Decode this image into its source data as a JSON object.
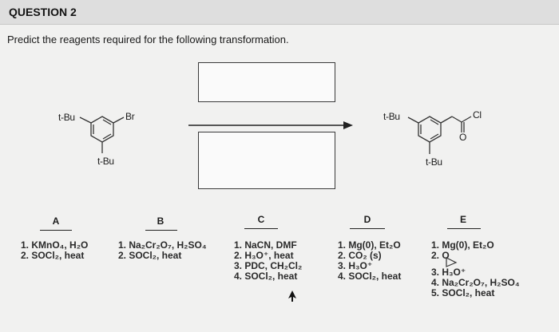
{
  "question": {
    "title": "QUESTION 2",
    "prompt": "Predict the reagents required for the following transformation."
  },
  "reaction": {
    "start": {
      "tbu_top": "t-Bu",
      "tbu_bottom": "t-Bu",
      "substituent": "Br"
    },
    "product": {
      "tbu_top": "t-Bu",
      "tbu_bottom": "t-Bu",
      "acyl_cl": "Cl",
      "carbonyl_o": "O"
    }
  },
  "options": [
    {
      "letter": "A",
      "steps": [
        "1. KMnO₄, H₂O",
        "2. SOCl₂, heat"
      ]
    },
    {
      "letter": "B",
      "steps": [
        "1. Na₂Cr₂O₇, H₂SO₄",
        "2. SOCl₂, heat"
      ]
    },
    {
      "letter": "C",
      "steps": [
        "1. NaCN, DMF",
        "2. H₃O⁺, heat",
        "3. PDC, CH₂Cl₂",
        "4. SOCl₂, heat"
      ]
    },
    {
      "letter": "D",
      "steps": [
        "1. Mg(0), Et₂O",
        "2. CO₂ (s)",
        "3. H₃O⁺",
        "4. SOCl₂, heat"
      ]
    },
    {
      "letter": "E",
      "steps": [
        "1. Mg(0), Et₂O",
        "2. O",
        "3. H₃O⁺",
        "4. Na₂Cr₂O₇, H₂SO₄",
        "5. SOCl₂, heat"
      ]
    }
  ],
  "icons": {
    "cursor": "mouse-pointer-icon",
    "epoxide": "ethylene-oxide-icon"
  }
}
